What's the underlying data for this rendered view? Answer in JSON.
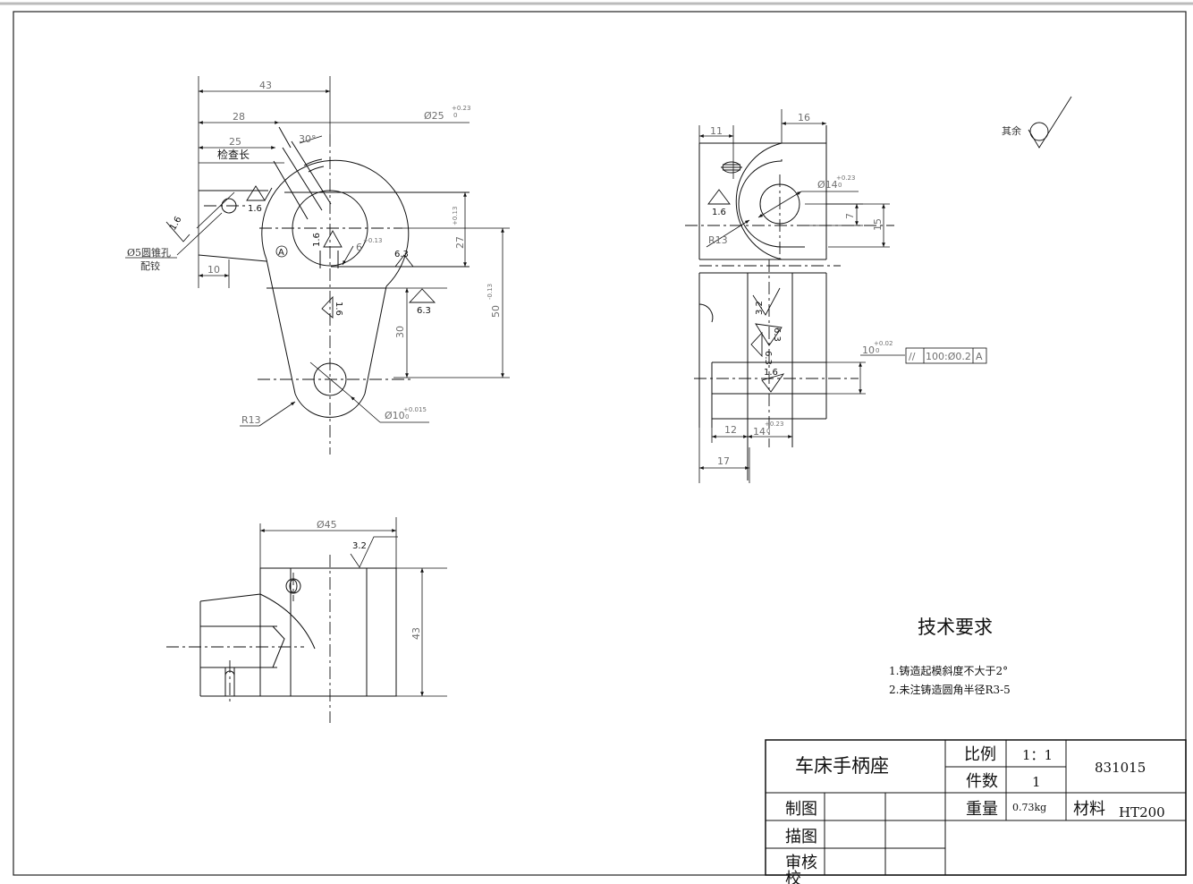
{
  "dims": {
    "top_43": "43",
    "top_28": "28",
    "top_25": "25",
    "bore_25": "Ø25",
    "bore_25_tol": "+0.23",
    "bore_25_tol_lo": "0",
    "angle_30": "30°",
    "check_length": "检查长",
    "cone_hole_1": "Ø5圆锥孔",
    "cone_hole_2": "配铰",
    "dim_10": "10",
    "dim_27": "27",
    "dim_27_tol": "+0.13",
    "dim_6": "6",
    "dim_6_tol": "+0.13",
    "dim_50": "50",
    "dim_50_tol": "-0.13",
    "dim_30": "30",
    "r13_front": "R13",
    "bore_10": "Ø10",
    "bore_10_tol": "+0.015",
    "bore_10_tol_lo": "0",
    "bottom_45": "Ø45",
    "bottom_43": "43",
    "side_11": "11",
    "side_16": "16",
    "bore_14": "Ø14",
    "bore_14_tol": "+0.23",
    "bore_14_tol_lo": "0",
    "side_7": "7",
    "side_15": "15",
    "r13_side": "R13",
    "side_10": "10",
    "side_10_tol": "+0.02",
    "side_10_tol_lo": "0",
    "side_12": "12",
    "side_14": "14",
    "side_14_tol": "+0.23",
    "side_14_tol_lo": "0",
    "side_17": "17",
    "datum_a": "A"
  },
  "roughness": {
    "r_1_6": "1.6",
    "r_6_3": "6.3",
    "r_3_2": "3.2",
    "rest": "其余"
  },
  "tolerance_frame": {
    "symbol": "//",
    "value": "100:Ø0.2",
    "datum": "A"
  },
  "technical_requirements": {
    "title": "技术要求",
    "items": [
      "1.铸造起模斜度不大于2°",
      "2.未注铸造圆角半径R3-5"
    ]
  },
  "title_block": {
    "part_name": "车床手柄座",
    "scale_label": "比例",
    "scale_value": "1：1",
    "quantity_label": "件数",
    "quantity_value": "1",
    "weight_label": "重量",
    "weight_value": "0.73kg",
    "drawing_number": "831015",
    "material_label": "材料",
    "material_value": "HT200",
    "made_by": "制图",
    "drawn_by": "描图",
    "check": "审核",
    "review": "校"
  }
}
